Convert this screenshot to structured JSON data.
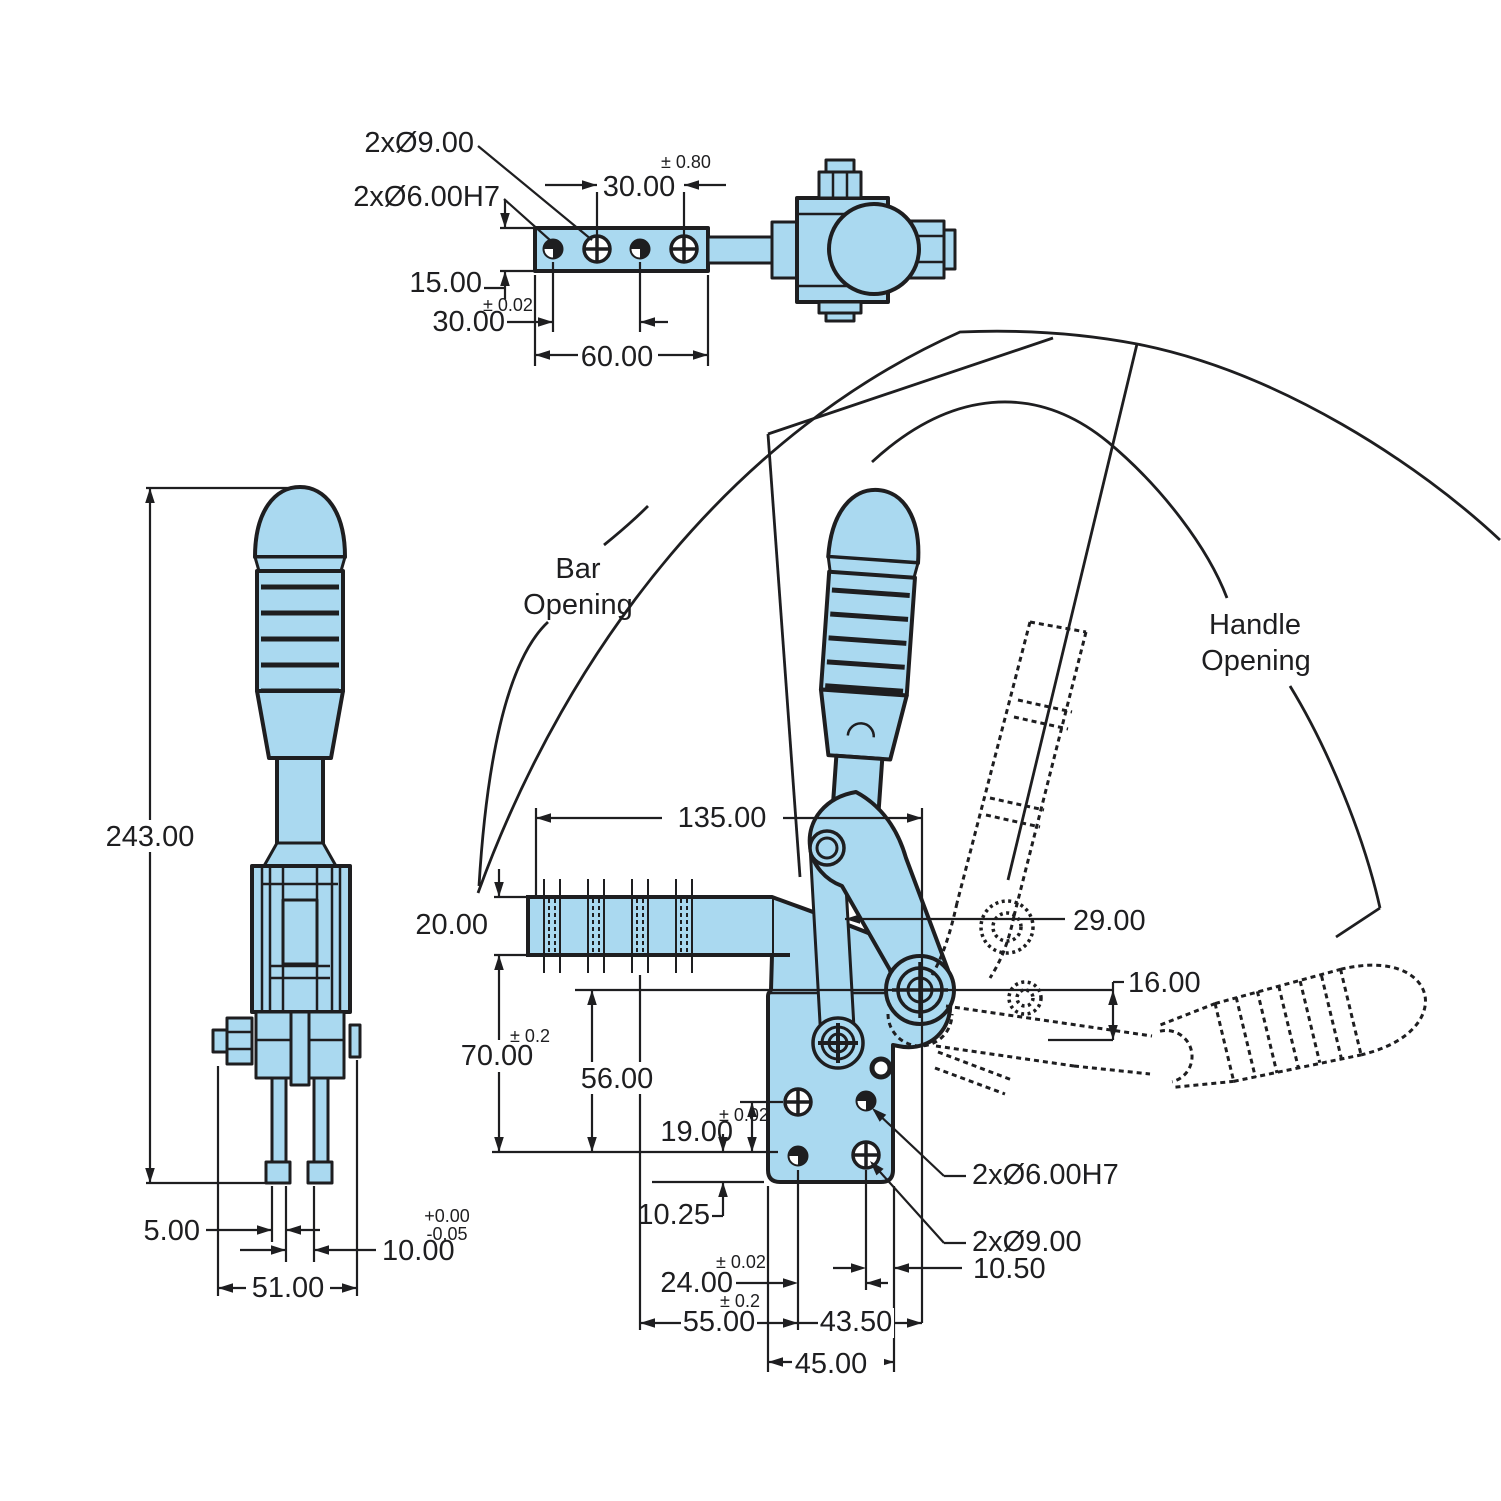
{
  "colors": {
    "part_fill": "#aad9f0",
    "line": "#1e1e20",
    "background": "#ffffff"
  },
  "top_view": {
    "note_dia9": "2xØ9.00",
    "note_dia6": "2xØ6.00H7",
    "dim_30_top": "30.00",
    "tol_30_top": "± 0.80",
    "dim_15": "15.00",
    "dim_30_bottom": "30.00",
    "tol_30_bottom": "± 0.02",
    "dim_60": "60.00"
  },
  "front_view": {
    "dim_243": "243.00",
    "dim_5": "5.00",
    "dim_10": "10.00",
    "tol_10_plus": "+0.00",
    "tol_10_minus": "-0.05",
    "dim_51": "51.00"
  },
  "side_view": {
    "label_bar_line1": "Bar",
    "label_bar_line2": "Opening",
    "label_handle_line1": "Handle",
    "label_handle_line2": "Opening",
    "dim_135": "135.00",
    "dim_20": "20.00",
    "dim_29": "29.00",
    "dim_16": "16.00",
    "dim_70": "70.00",
    "tol_70": "± 0.2",
    "dim_56": "56.00",
    "dim_19": "19.00",
    "tol_19": "± 0.02",
    "dim_10_25": "10.25",
    "dim_24": "24.00",
    "tol_24": "± 0.02",
    "dim_55": "55.00",
    "tol_55": "± 0.2",
    "dim_43_5": "43.50",
    "dim_45": "45.00",
    "dim_10_5": "10.50",
    "note_dia6": "2xØ6.00H7",
    "note_dia9": "2xØ9.00"
  }
}
